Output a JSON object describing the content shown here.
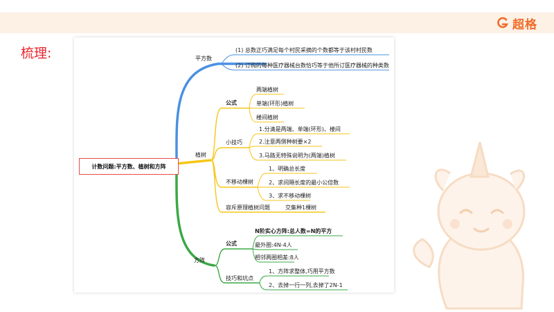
{
  "header": {
    "brand_name": "超格",
    "brand_color": "#ef6c2b",
    "bar_color": "#fdf0e4"
  },
  "section_title": "梳理:",
  "mindmap": {
    "root": "计数问题:平方数、植树和方阵",
    "branches": [
      {
        "label": "平方数",
        "color": "#4a90e2",
        "items": [
          "(1) 总数正巧满足每个村民采摘的个数都等于该村村民数",
          "(2) 订购的每种医疗器械台数恰巧等于他所订医疗器械的种类数"
        ]
      },
      {
        "label": "植树",
        "color": "#f5c518",
        "groups": [
          {
            "label": "公式",
            "items": [
              "两端植树",
              "单端(环形)植树",
              "楼间植树"
            ]
          },
          {
            "label": "小技巧",
            "items": [
              "1.分清是两端、单端(环形)、楼间",
              "2.注意两侧种树要×2",
              "3.马路无特殊说明为(两端)植树"
            ]
          },
          {
            "label": "不移动棵树",
            "items": [
              "1、明确总长度",
              "2、求间隔长度的最小公倍数",
              "3、求不移动棵树"
            ]
          },
          {
            "label": "容斥原理植树问题",
            "items": [
              "交集种1棵树"
            ]
          }
        ]
      },
      {
        "label": "方阵",
        "color": "#3aa845",
        "groups": [
          {
            "label": "公式",
            "items": [
              "N阶实心方阵:总人数=N的平方",
              "最外圈:4N-4人",
              "相邻两圈相差:8人"
            ]
          },
          {
            "label": "技巧和坑点",
            "items": [
              "1、方阵求整体,巧用平方数",
              "2、去掉一行一列,去掉了2N-1"
            ]
          }
        ]
      }
    ]
  }
}
